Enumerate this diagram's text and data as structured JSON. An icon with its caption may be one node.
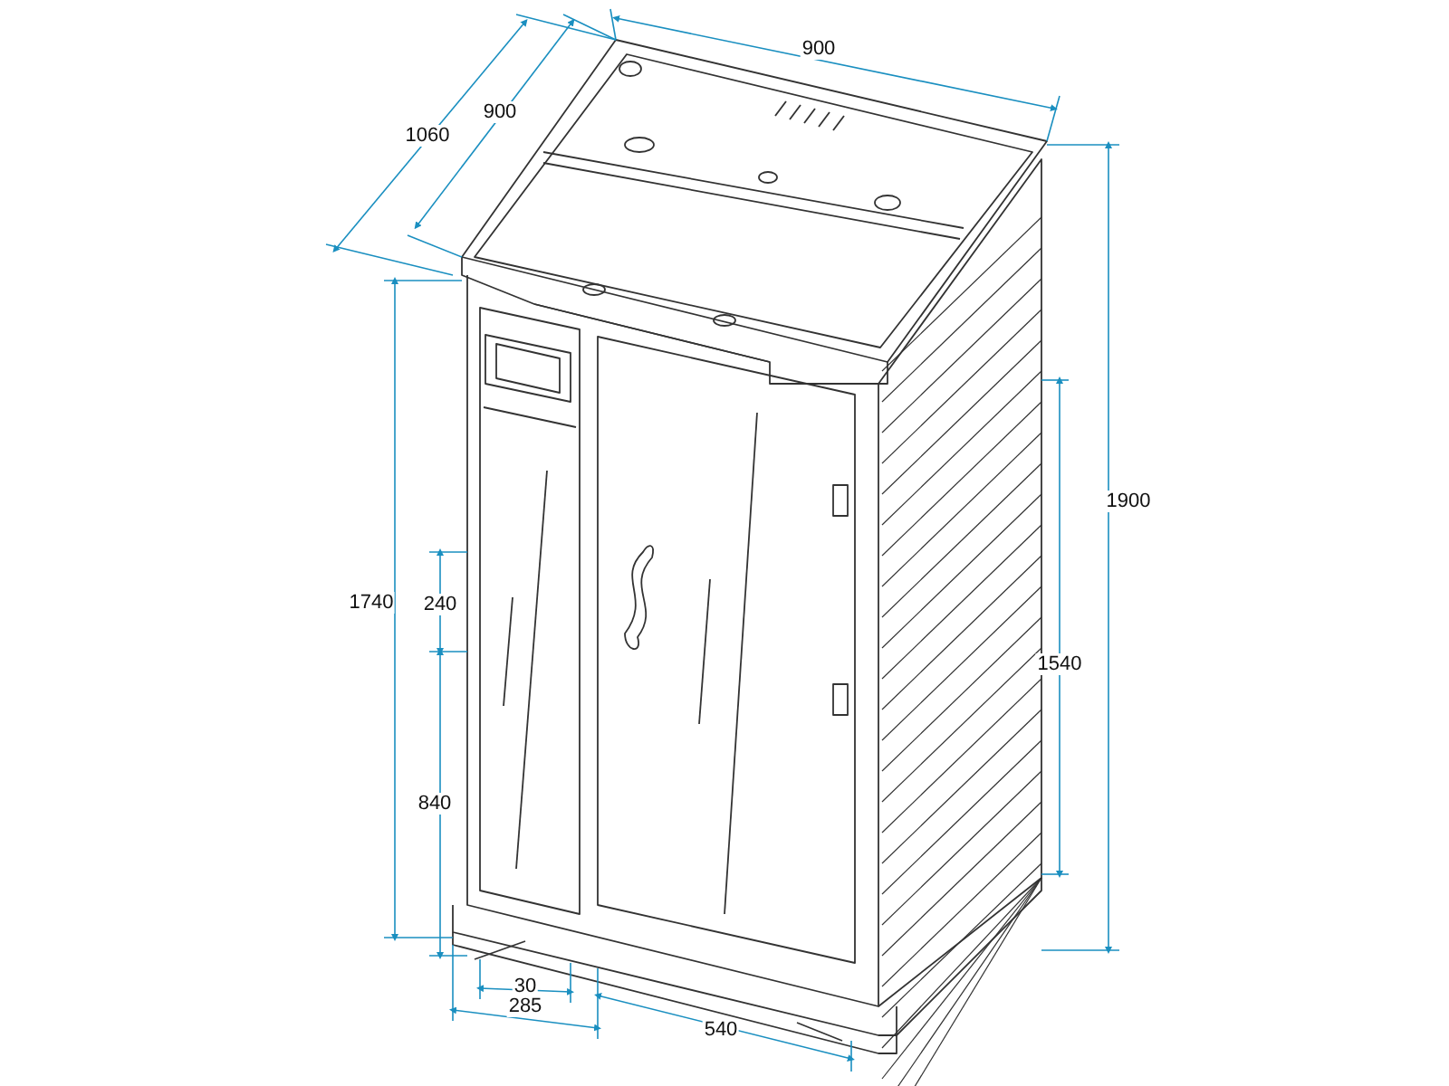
{
  "diagram": {
    "labels": [
      "900",
      "900",
      "1060",
      "1900",
      "1740",
      "240",
      "1540",
      "840",
      "30",
      "285",
      "540"
    ]
  }
}
